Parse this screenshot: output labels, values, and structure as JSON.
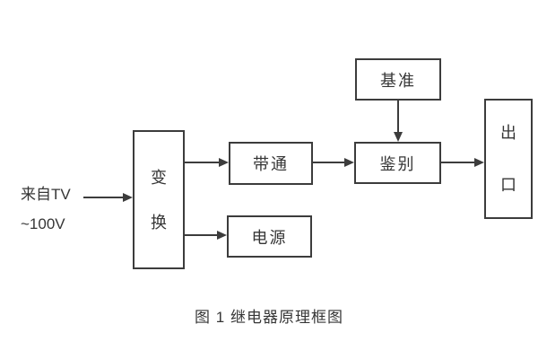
{
  "diagram": {
    "source": {
      "line1": "来自TV",
      "line2": "~100V"
    },
    "blocks": {
      "transform": "变换",
      "bandpass": "带通",
      "power": "电源",
      "reference": "基准",
      "discriminator": "鉴别",
      "outlet": "出口"
    },
    "caption": "图 1 继电器原理框图",
    "colors": {
      "line": "#3c3c3c",
      "text": "#363636",
      "background": "#ffffff"
    }
  }
}
